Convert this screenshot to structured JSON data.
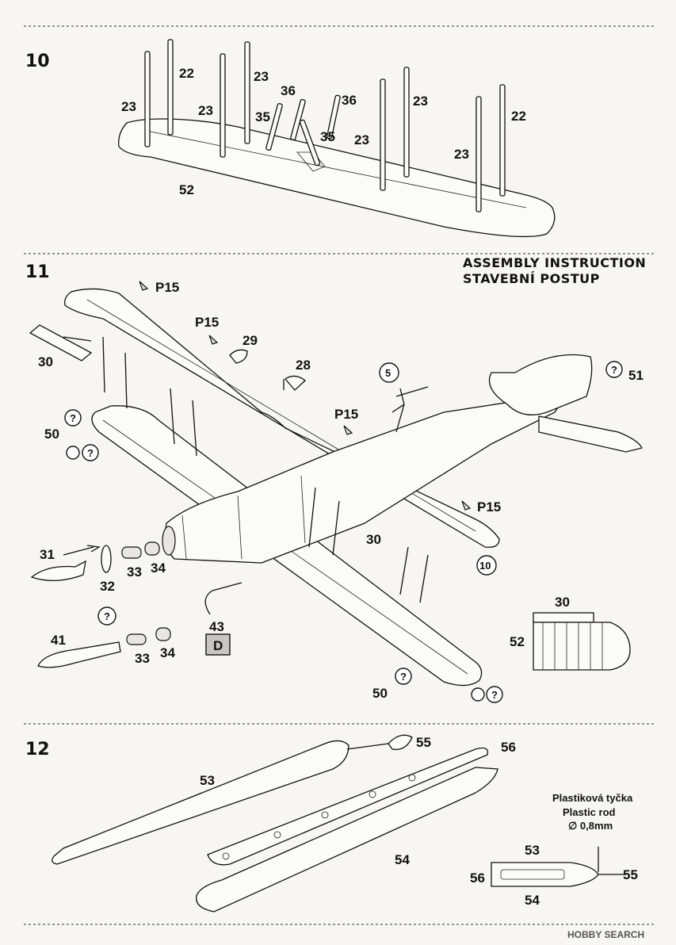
{
  "steps": {
    "s10": "10",
    "s11": "11",
    "s12": "12"
  },
  "header": {
    "line1": "ASSEMBLY INSTRUCTION",
    "line2": "STAVEBNÍ POSTUP"
  },
  "step10_labels": {
    "p22a": "22",
    "p23a": "23",
    "p23b": "23",
    "p23c": "23",
    "p36a": "36",
    "p36b": "36",
    "p35a": "35",
    "p35b": "35",
    "p23d": "23",
    "p23e": "23",
    "p23f": "23",
    "p22b": "22",
    "p52": "52"
  },
  "step11_labels": {
    "p15a": "P15",
    "p15b": "P15",
    "p15c": "P15",
    "p15d": "P15",
    "p29": "29",
    "p28": "28",
    "p30a": "30",
    "p30b": "30",
    "p50a": "50",
    "p50b": "50",
    "p51": "51",
    "p31": "31",
    "p32": "32",
    "p33a": "33",
    "p34a": "34",
    "p41": "41",
    "p33b": "33",
    "p34b": "34",
    "p43": "43",
    "p43box": "D",
    "sub5": "5",
    "sub10": "10",
    "detail30": "30",
    "detail52": "52",
    "q": "?"
  },
  "step12_labels": {
    "p55a": "55",
    "p56a": "56",
    "p53a": "53",
    "p54a": "54",
    "rod_cz": "Plastiková tyčka",
    "rod_en": "Plastic rod",
    "rod_dim": "∅ 0,8mm",
    "d53": "53",
    "d56": "56",
    "d55": "55",
    "d54": "54"
  },
  "watermark": "HOBBY SEARCH"
}
